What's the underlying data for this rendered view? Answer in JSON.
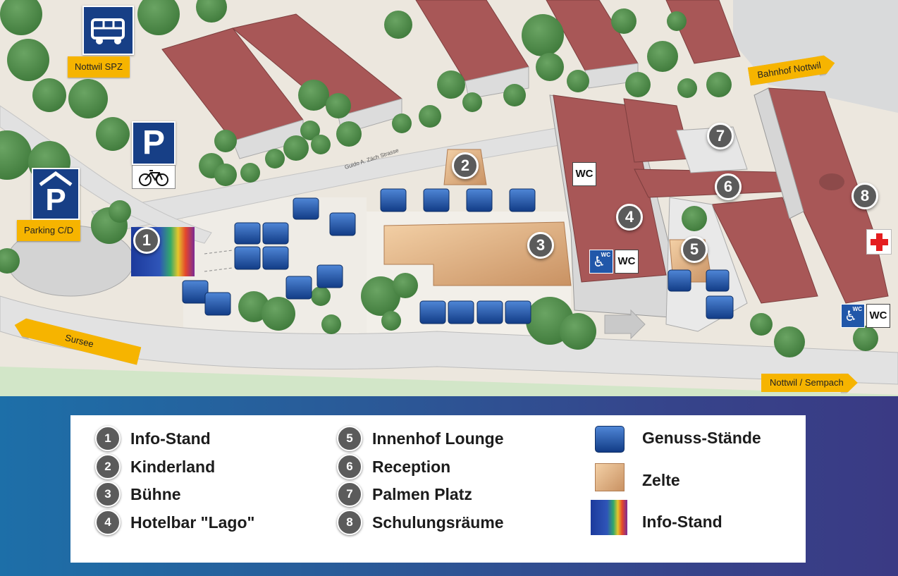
{
  "map": {
    "parking_labels": {
      "nottwil_spz": "Nottwil SPZ",
      "parking_cd": "Parking C/D"
    },
    "road_labels": {
      "bahnhof": "Bahnhof Nottwil",
      "sursee": "Sursee",
      "sempach": "Nottwil / Sempach",
      "street": "Guido A. Zäch Strasse"
    },
    "markers": [
      "1",
      "2",
      "3",
      "4",
      "5",
      "6",
      "7",
      "8"
    ],
    "signs": {
      "parking_letter": "P",
      "wc": "WC",
      "wc_small": "WC"
    },
    "icons": [
      "bus-icon",
      "parking-icon",
      "bicycle-icon",
      "parking-garage-icon",
      "wheelchair-icon",
      "first-aid-cross-icon"
    ],
    "colors": {
      "road_label": "#f6b400",
      "sign_blue": "#173f86",
      "roof": "#a85757",
      "tree": "#4f8f4a",
      "stall": "#1f4f9e",
      "tent": "#e8b987"
    }
  },
  "legend": {
    "numbered": [
      {
        "num": "1",
        "label": "Info-Stand"
      },
      {
        "num": "2",
        "label": "Kinderland"
      },
      {
        "num": "3",
        "label": "Bühne"
      },
      {
        "num": "4",
        "label": "Hotelbar \"Lago\""
      },
      {
        "num": "5",
        "label": "Innenhof Lounge"
      },
      {
        "num": "6",
        "label": "Reception"
      },
      {
        "num": "7",
        "label": "Palmen Platz"
      },
      {
        "num": "8",
        "label": "Schulungsräume"
      }
    ],
    "symbols": [
      {
        "label": "Genuss-Stände"
      },
      {
        "label": "Zelte"
      },
      {
        "label": "Info-Stand"
      }
    ]
  }
}
